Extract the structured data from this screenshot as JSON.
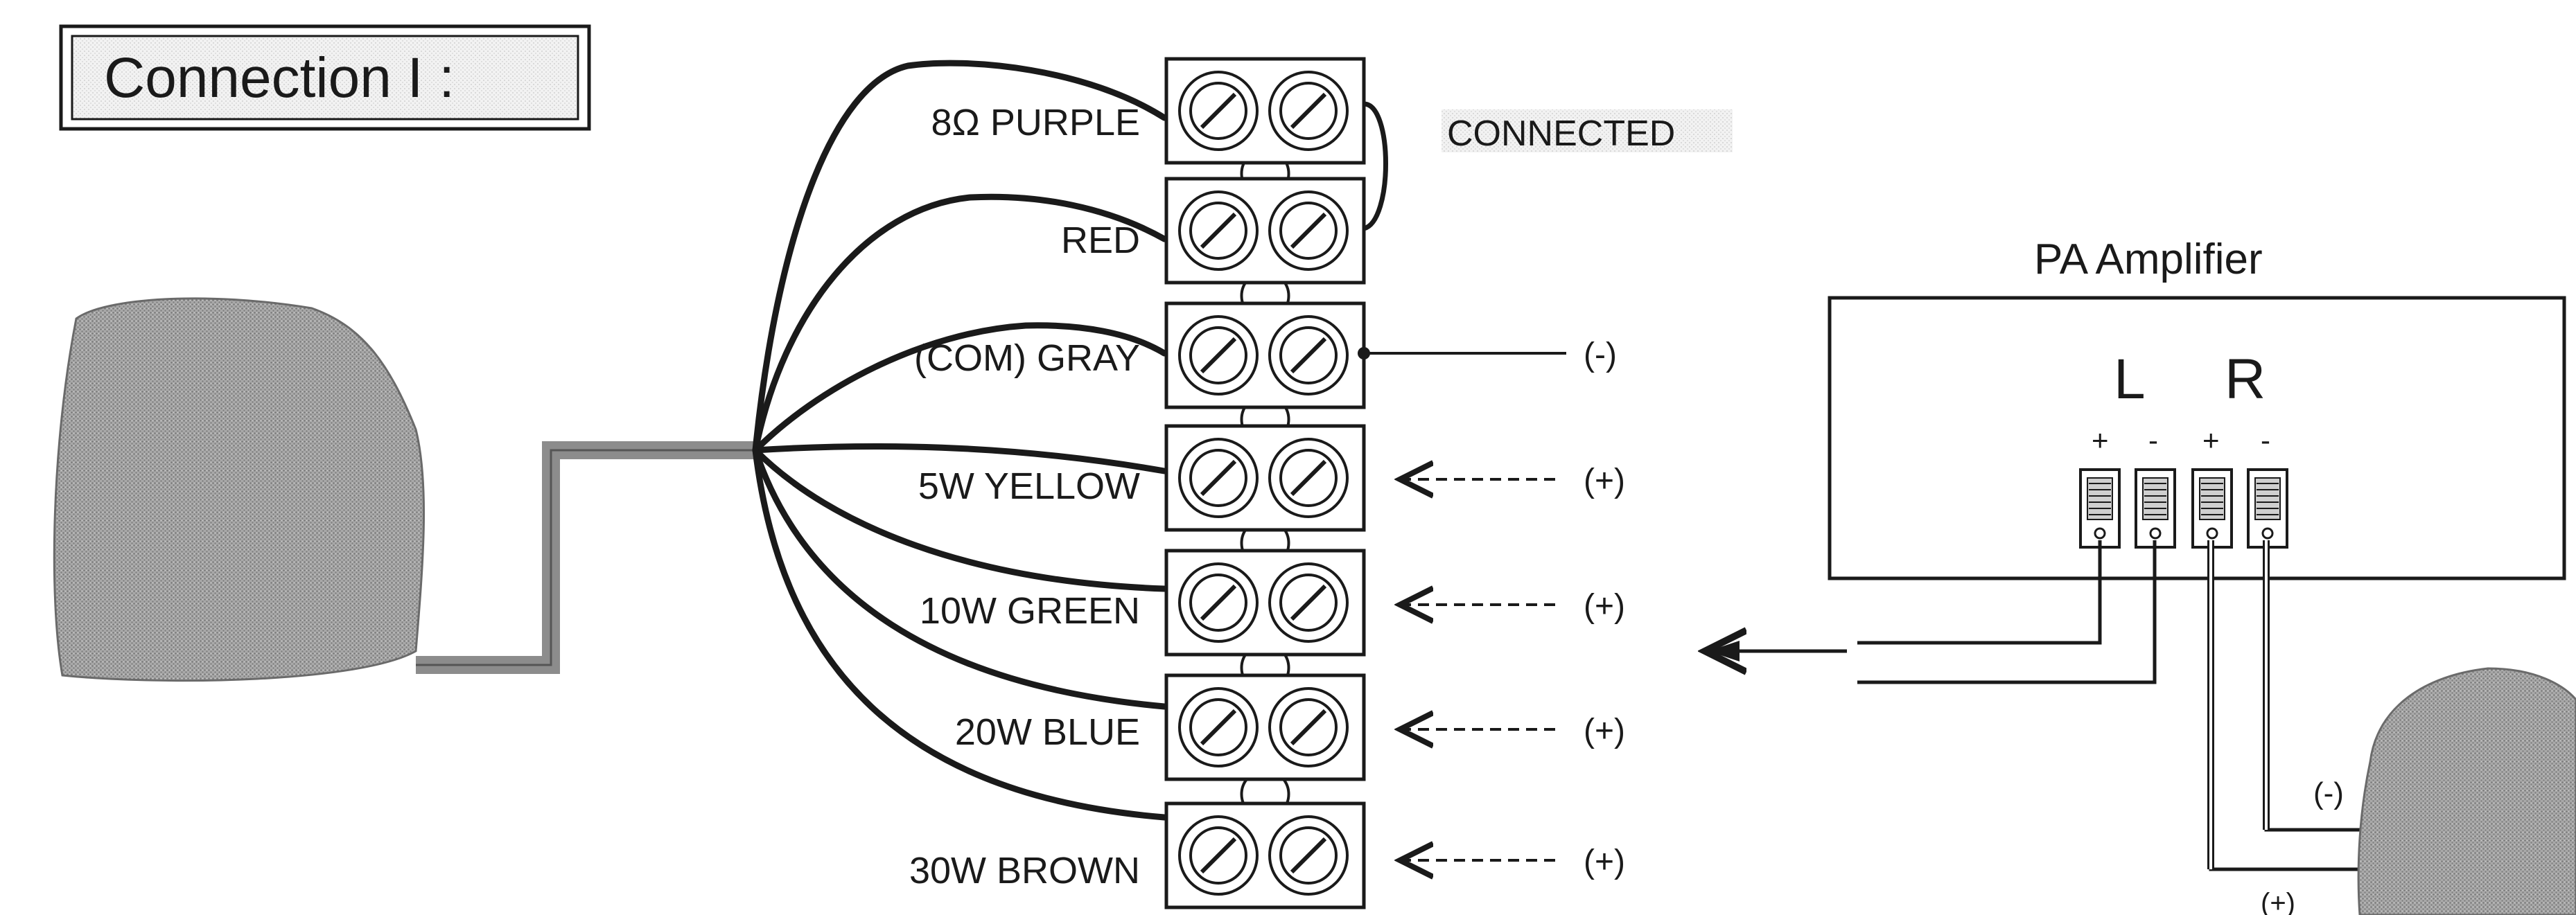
{
  "title": "Connection I :",
  "jumper_label": "CONNECTED",
  "terminals": [
    {
      "label": "8Ω  PURPLE"
    },
    {
      "label": "RED"
    },
    {
      "label": "(COM)  GRAY",
      "polarity": "(-)"
    },
    {
      "label": "5W  YELLOW",
      "polarity": "(+)"
    },
    {
      "label": "10W  GREEN",
      "polarity": "(+)"
    },
    {
      "label": "20W  BLUE",
      "polarity": "(+)"
    },
    {
      "label": "30W  BROWN",
      "polarity": "(+)"
    }
  ],
  "amplifier": {
    "title": "PA  Amplifier",
    "left_channel": "L",
    "right_channel": "R",
    "terminal_signs": [
      "+",
      "-",
      "+",
      "-"
    ]
  },
  "speaker_leads": {
    "negative": "(-)",
    "positive": "(+)"
  },
  "colors": {
    "ink": "#1a1a1a",
    "speaker": "#9a9a9a",
    "cable": "#8c8c8c"
  }
}
